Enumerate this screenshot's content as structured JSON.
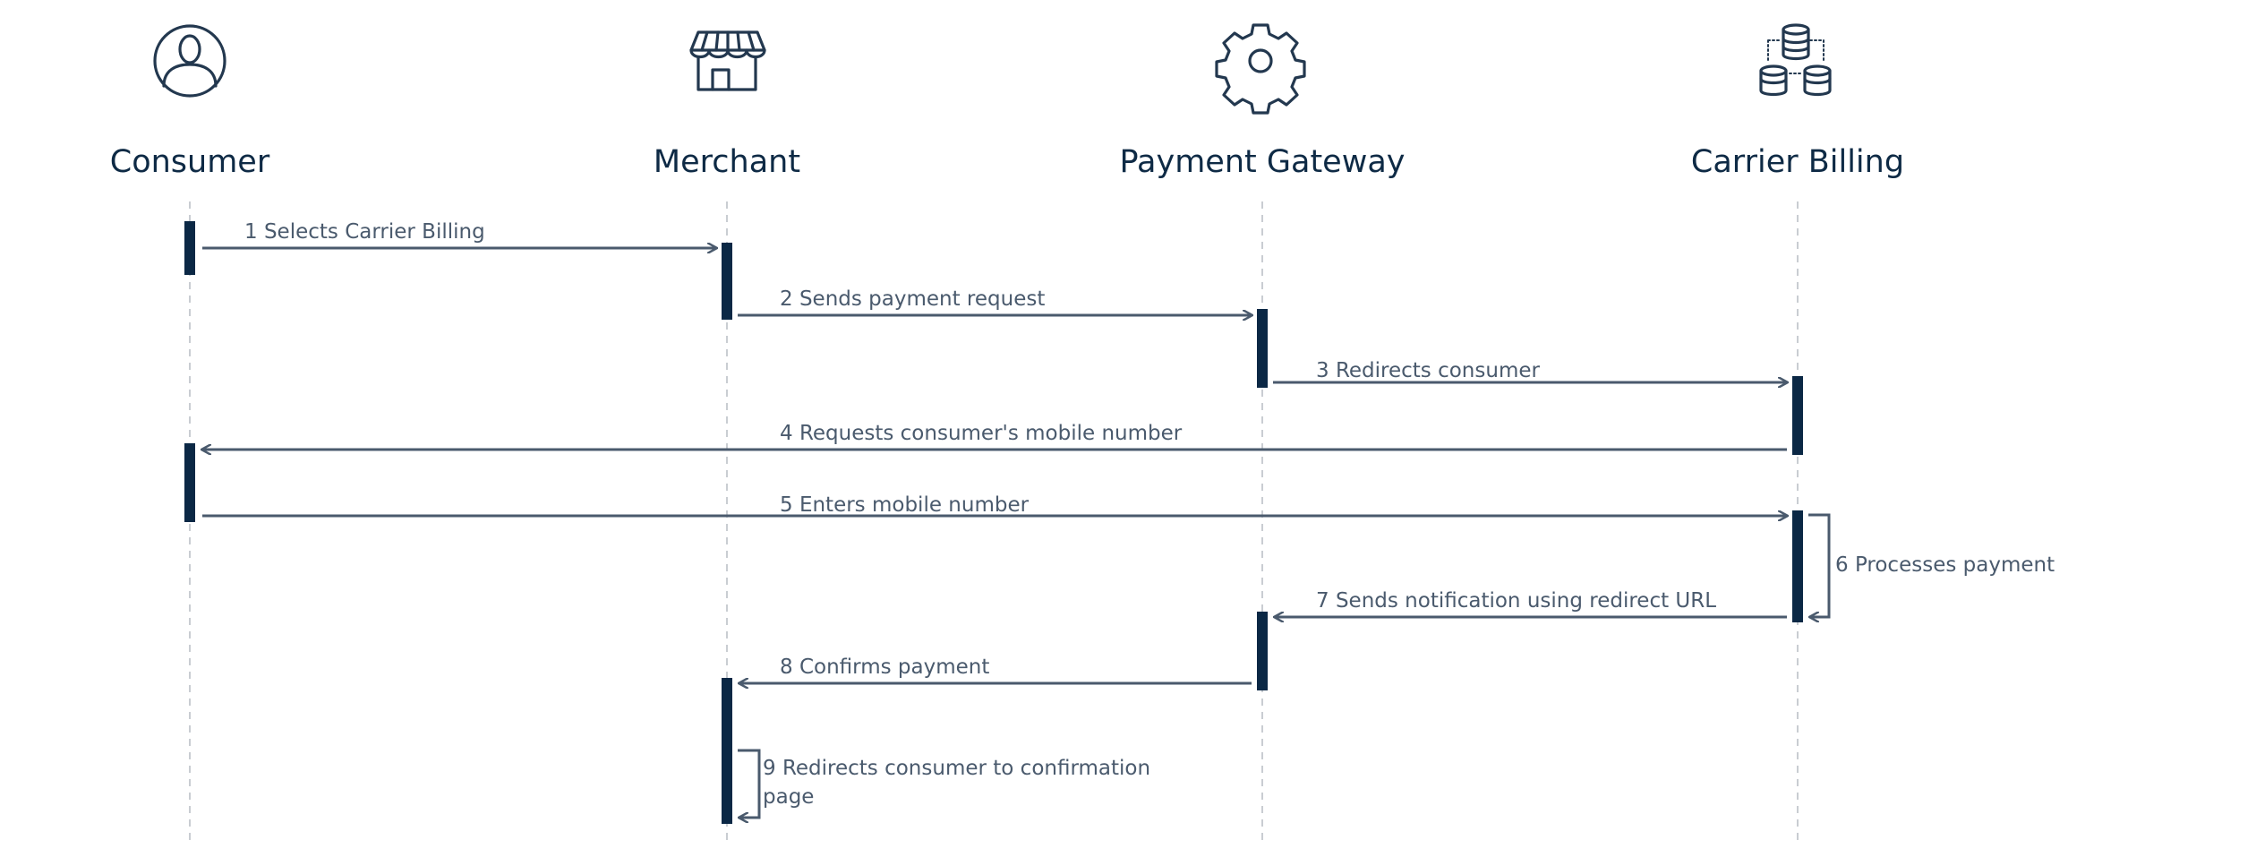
{
  "actors": [
    {
      "name": "Consumer",
      "icon": "user-icon"
    },
    {
      "name": "Merchant",
      "icon": "storefront-icon"
    },
    {
      "name": "Payment Gateway",
      "icon": "gear-icon"
    },
    {
      "name": "Carrier Billing",
      "icon": "database-stack-icon"
    }
  ],
  "messages": [
    {
      "label": "1 Selects Carrier Billing",
      "from": 0,
      "to": 1
    },
    {
      "label": "2 Sends payment request",
      "from": 1,
      "to": 2
    },
    {
      "label": "3 Redirects consumer",
      "from": 2,
      "to": 3
    },
    {
      "label": "4 Requests consumer's mobile number",
      "from": 3,
      "to": 0
    },
    {
      "label": "5 Enters mobile number",
      "from": 0,
      "to": 3
    },
    {
      "label": "6 Processes payment",
      "from": 3,
      "to": 3
    },
    {
      "label": "7 Sends notification using redirect URL",
      "from": 3,
      "to": 2
    },
    {
      "label": "8 Confirms payment",
      "from": 2,
      "to": 1
    },
    {
      "label_line1": "9 Redirects consumer to confirmation",
      "label_line2": "page",
      "from": 1,
      "to": 1
    }
  ],
  "colors": {
    "actor_text": "#0e2a45",
    "activation": "#0b2845",
    "arrow": "#4a5a6d",
    "lifeline": "#c9cdd2"
  }
}
